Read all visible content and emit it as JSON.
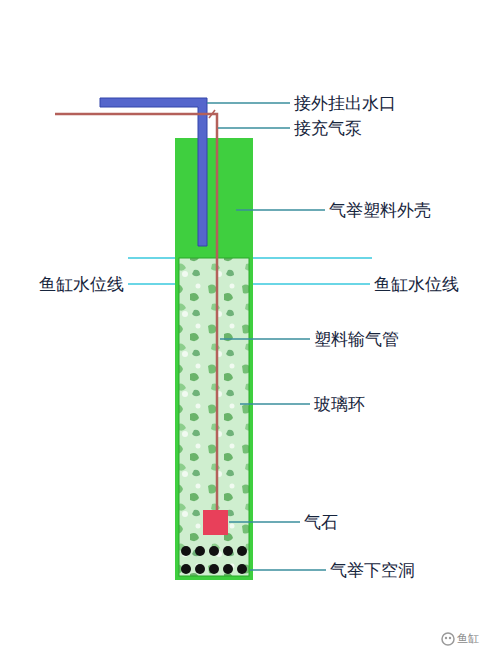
{
  "diagram": {
    "labels": [
      "接外挂出水口",
      "接充气泵",
      "气举塑料外壳",
      "鱼缸水位线",
      "鱼缸水位线",
      "塑料输气管",
      "玻璃环",
      "气石",
      "气举下空洞",
      "鱼缸"
    ]
  }
}
